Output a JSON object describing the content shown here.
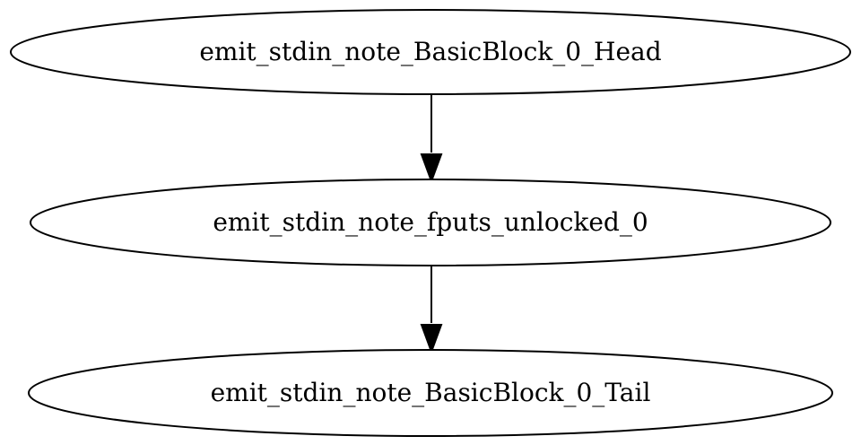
{
  "graph": {
    "nodes": [
      {
        "id": "head",
        "label": "emit_stdin_note_BasicBlock_0_Head"
      },
      {
        "id": "fputs",
        "label": "emit_stdin_note_fputs_unlocked_0"
      },
      {
        "id": "tail",
        "label": "emit_stdin_note_BasicBlock_0_Tail"
      }
    ],
    "edges": [
      {
        "from": "head",
        "to": "fputs"
      },
      {
        "from": "fputs",
        "to": "tail"
      }
    ]
  }
}
